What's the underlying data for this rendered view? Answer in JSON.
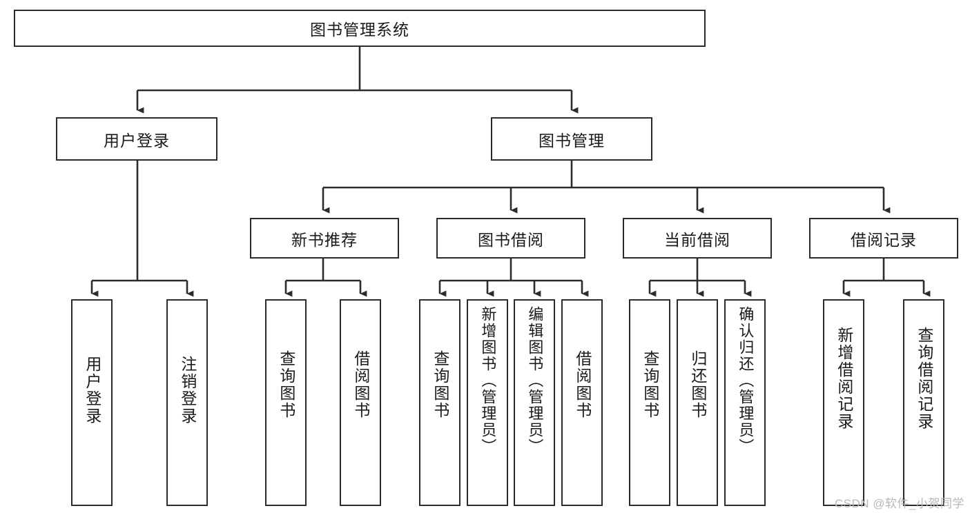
{
  "diagram": {
    "type": "tree-hierarchy",
    "title": "图书管理系统",
    "watermark": "CSDN @软件_小贺同学",
    "colors": {
      "box_border": "#2b2b2b",
      "box_fill": "#ffffff",
      "connector": "#2b2b2b",
      "text": "#1a1a1a",
      "watermark": "#b8b8b8"
    },
    "levels": {
      "root": {
        "label": "图书管理系统"
      },
      "level2": [
        {
          "label": "用户登录"
        },
        {
          "label": "图书管理"
        }
      ],
      "level3": [
        {
          "label": "新书推荐"
        },
        {
          "label": "图书借阅"
        },
        {
          "label": "当前借阅"
        },
        {
          "label": "借阅记录"
        }
      ],
      "leaves": {
        "user_login": [
          {
            "label": "用户登录"
          },
          {
            "label": "注销登录"
          }
        ],
        "new_book_recommend": [
          {
            "label": "查询图书"
          },
          {
            "label": "借阅图书"
          }
        ],
        "book_borrow": [
          {
            "label": "查询图书"
          },
          {
            "label": "新增图书（管理员）"
          },
          {
            "label": "编辑图书（管理员）"
          },
          {
            "label": "借阅图书"
          }
        ],
        "current_borrow": [
          {
            "label": "查询图书"
          },
          {
            "label": "归还图书"
          },
          {
            "label": "确认归还（管理员）"
          }
        ],
        "borrow_record": [
          {
            "label": "新增借阅记录"
          },
          {
            "label": "查询借阅记录"
          }
        ]
      }
    }
  }
}
